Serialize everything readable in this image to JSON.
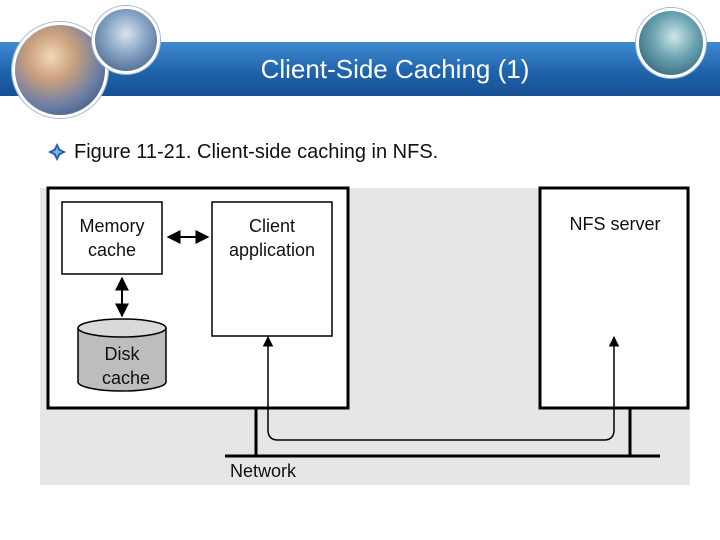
{
  "title": "Client-Side Caching (1)",
  "bullet": {
    "icon": "diamond-bullet-icon",
    "text": "Figure 11-21. Client-side caching in NFS."
  },
  "diagram": {
    "memory_cache": [
      "Memory",
      "cache"
    ],
    "client_application": [
      "Client",
      "application"
    ],
    "disk_cache": [
      "Disk",
      "cache"
    ],
    "nfs_server": "NFS server",
    "network": "Network"
  },
  "colors": {
    "title_band": "#1f64ad",
    "bullet": "#1f5fae",
    "disk_fill": "#bdbdbd",
    "diagram_bg": "#e6e6e6"
  }
}
